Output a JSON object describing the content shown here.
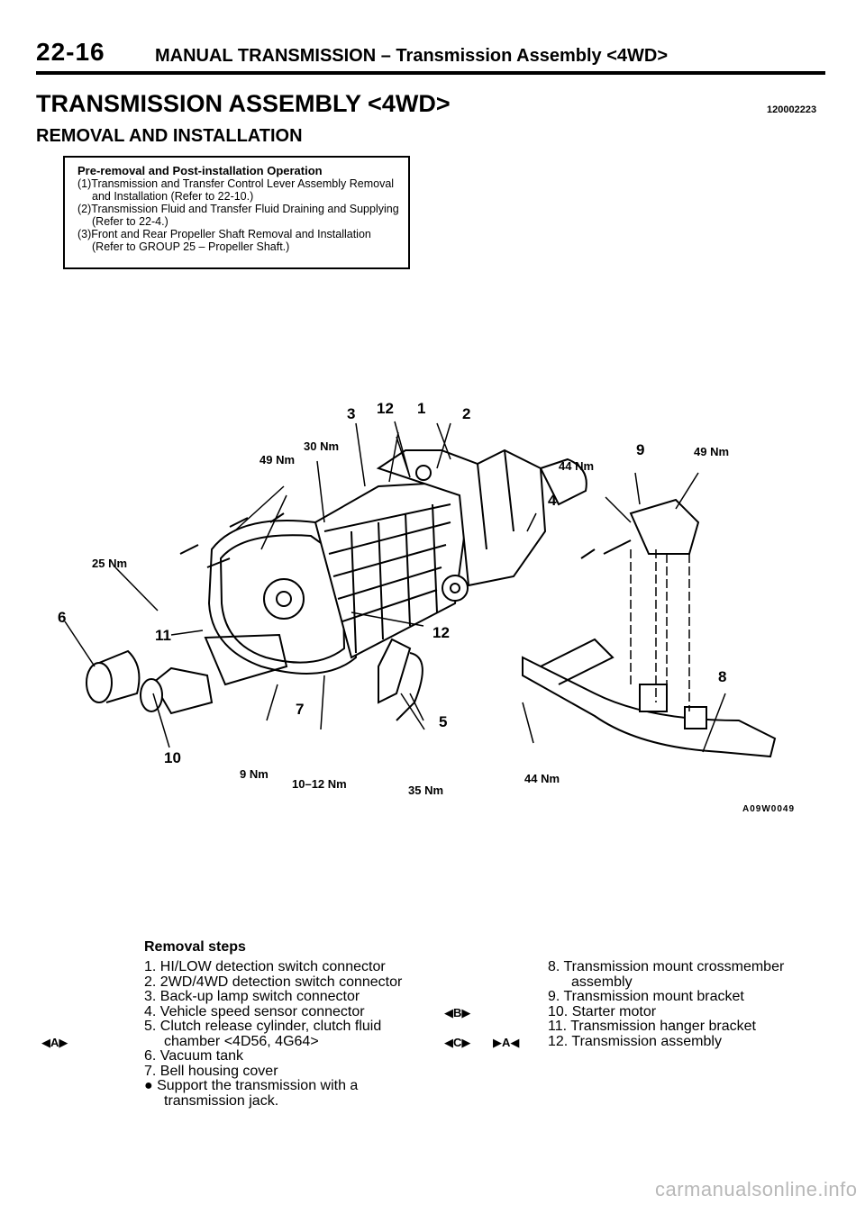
{
  "header": {
    "code": "22-16",
    "title": "MANUAL TRANSMISSION – Transmission Assembly <4WD>"
  },
  "main_title": "TRANSMISSION ASSEMBLY <4WD>",
  "doc_number": "120002223",
  "sub_title": "REMOVAL AND INSTALLATION",
  "pre_box": {
    "heading": "Pre-removal and Post-installation Operation",
    "items": [
      "(1)Transmission and Transfer Control Lever Assembly Removal and Installation (Refer to 22-10.)",
      "(2)Transmission Fluid and Transfer Fluid Draining and Supplying (Refer to 22-4.)",
      "(3)Front and Rear Propeller Shaft Removal and Installation (Refer to GROUP 25 – Propeller Shaft.)"
    ]
  },
  "diagram": {
    "callouts": [
      "3",
      "12",
      "1",
      "2",
      "9",
      "4",
      "6",
      "11",
      "12",
      "8",
      "7",
      "5",
      "10"
    ],
    "torques": [
      "30 Nm",
      "49 Nm",
      "44 Nm",
      "49 Nm",
      "25 Nm",
      "9 Nm",
      "10–12 Nm",
      "35 Nm",
      "44 Nm"
    ],
    "figure_code": "A09W0049"
  },
  "steps": {
    "heading": "Removal steps",
    "left": [
      "1. HI/LOW detection switch connector",
      "2. 2WD/4WD detection switch connector",
      "3. Back-up lamp switch connector",
      "4. Vehicle speed sensor connector",
      "5. Clutch release cylinder, clutch fluid chamber <4D56, 4G64>",
      "6. Vacuum tank",
      "7. Bell housing cover",
      "● Support the transmission with a transmission jack."
    ],
    "right": [
      "8. Transmission mount crossmember assembly",
      "9. Transmission mount bracket",
      "10. Starter motor",
      "11. Transmission hanger bracket",
      "12. Transmission assembly"
    ],
    "markers": {
      "a": "◀A▶",
      "b": "◀B▶",
      "c": "◀C▶",
      "a_rev": "▶A◀"
    }
  },
  "watermark": "carmanualsonline.info"
}
